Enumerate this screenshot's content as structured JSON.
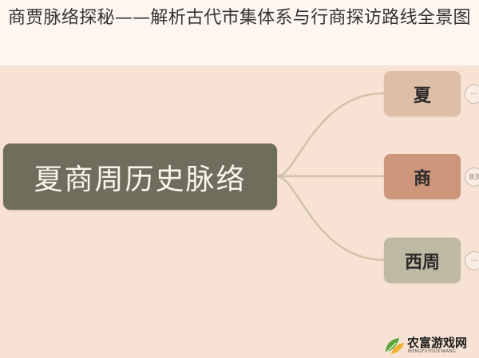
{
  "header": {
    "title": "商贾脉络探秘——解析古代市集体系与行商探访路线全景图"
  },
  "mindmap": {
    "root": {
      "label": "夏商周历史脉络",
      "color": "#6f6d5b"
    },
    "children": [
      {
        "label": "夏",
        "color": "#dfbea8",
        "badge": "···"
      },
      {
        "label": "商",
        "color": "#cd957a",
        "badge": "83"
      },
      {
        "label": "西周",
        "color": "#bdb9a2",
        "badge": "···"
      }
    ],
    "connector_color": "#cdbfa6"
  },
  "watermark": {
    "text": "农富游戏网",
    "subtext": "NONGFUYOUXIWANG"
  }
}
